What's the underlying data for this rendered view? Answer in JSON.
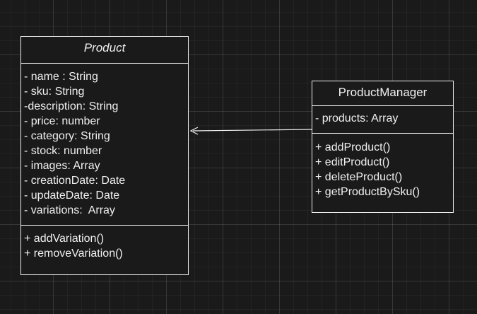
{
  "product_class": {
    "name": "Product",
    "attributes": [
      "- name : String",
      "- sku: String",
      "-description: String",
      "- price: number",
      "- category: String",
      "- stock: number",
      "- images: Array",
      "- creationDate: Date",
      "- updateDate: Date",
      "- variations:  Array"
    ],
    "methods": [
      "+ addVariation()",
      "+ removeVariation()"
    ]
  },
  "manager_class": {
    "name": "ProductManager",
    "attributes": [
      "- products: Array"
    ],
    "methods": [
      "+ addProduct()",
      "+ editProduct()",
      "+ deleteProduct()",
      "+ getProductBySku()"
    ]
  },
  "colors": {
    "background": "#1a1a1a",
    "stroke": "#f0f0f0",
    "text": "#f0f0f0"
  }
}
